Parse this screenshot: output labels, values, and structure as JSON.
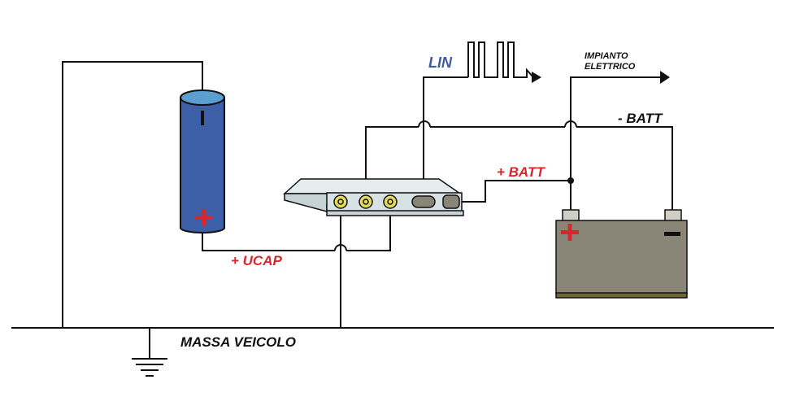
{
  "labels": {
    "lin": "LIN",
    "impianto": "IMPIANTO",
    "elettrico": "ELETTRICO",
    "minus_batt": "- BATT",
    "plus_batt": "+ BATT",
    "plus_ucap": "+ UCAP",
    "massa": "MASSA VEICOLO"
  },
  "colors": {
    "wire": "#111111",
    "capacitor_body": "#3d5fa8",
    "capacitor_top": "#5b9fd0",
    "plus_red": "#d8262c",
    "battery_body": "#8a8677",
    "battery_base": "#6e6531",
    "battery_terminal": "#cfcfc6",
    "module_face": "#d6e2e4",
    "module_top": "#e4ecee",
    "connector_yellow": "#e3dc5a",
    "label_blue": "#3f5a9e"
  }
}
